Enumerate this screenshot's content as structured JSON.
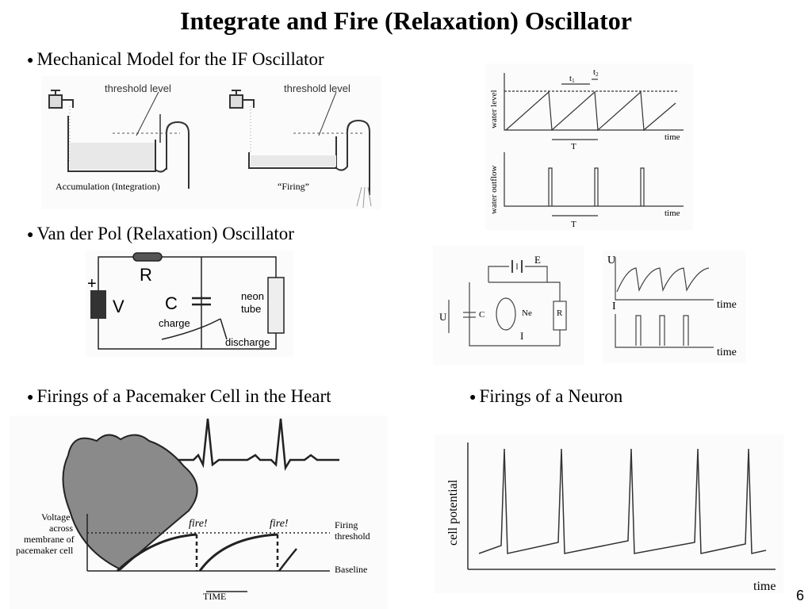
{
  "slide": {
    "title": "Integrate and Fire (Relaxation) Oscillator",
    "page_number": "6"
  },
  "sections": {
    "mechanical": "Mechanical Model for the IF Oscillator",
    "vanderpol": "Van der Pol (Relaxation) Oscillator",
    "pacemaker": "Firings of a Pacemaker Cell in the Heart",
    "neuron": "Firings of a Neuron"
  },
  "bullet_symbol": "●",
  "mechanical_figure": {
    "threshold_label": "threshold level",
    "left_caption": "Accumulation (Integration)",
    "right_caption": "“Firing”"
  },
  "water_plot": {
    "top_ylabel": "water  level",
    "bottom_ylabel": "water outflow",
    "xlabel": "time",
    "t1": "t",
    "t1_sub": "1",
    "t2": "t",
    "t2_sub": "2",
    "period": "T"
  },
  "circuit": {
    "resistor": "R",
    "capacitor": "C",
    "battery": "V",
    "plus": "+",
    "neon": "neon",
    "tube": "tube",
    "charge": "charge",
    "discharge": "discharge"
  },
  "tube_circuit": {
    "E": "E",
    "U": "U",
    "C": "C",
    "Ne": "Ne",
    "R": "R",
    "I": "I"
  },
  "ui_plot": {
    "U": "U",
    "I": "I",
    "time": "time"
  },
  "heart_figure": {
    "ylabel_1": "Voltage",
    "ylabel_2": "across",
    "ylabel_3": "membrane of",
    "ylabel_4": "pacemaker cell",
    "fire": "fire!",
    "threshold_1": "Firing",
    "threshold_2": "threshold",
    "baseline": "Baseline",
    "xlabel": "TIME"
  },
  "neuron_figure": {
    "ylabel": "cell potential",
    "xlabel": "time"
  }
}
